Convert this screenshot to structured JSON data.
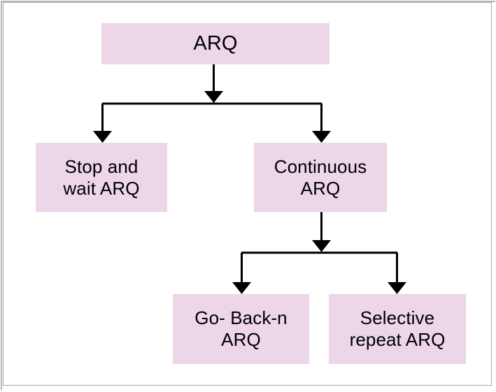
{
  "diagram": {
    "type": "tree-flowchart",
    "title": "ARQ",
    "orientation": "top-down",
    "colors": {
      "node_fill": "#ecd6e7",
      "node_text": "#000000",
      "connector": "#000000",
      "frame_border": "#a8a8a8",
      "background": "#ffffff"
    },
    "nodes": [
      {
        "id": "arq",
        "label": "ARQ",
        "level": 0
      },
      {
        "id": "stop-wait",
        "label": "Stop and\nwait ARQ",
        "level": 1
      },
      {
        "id": "continuous",
        "label": "Continuous\nARQ",
        "level": 1
      },
      {
        "id": "go-back-n",
        "label": "Go- Back-n\nARQ",
        "level": 2
      },
      {
        "id": "selective-repeat",
        "label": "Selective\nrepeat ARQ",
        "level": 2
      }
    ],
    "edges": [
      {
        "from": "arq",
        "to": "stop-wait"
      },
      {
        "from": "arq",
        "to": "continuous"
      },
      {
        "from": "continuous",
        "to": "go-back-n"
      },
      {
        "from": "continuous",
        "to": "selective-repeat"
      }
    ]
  }
}
